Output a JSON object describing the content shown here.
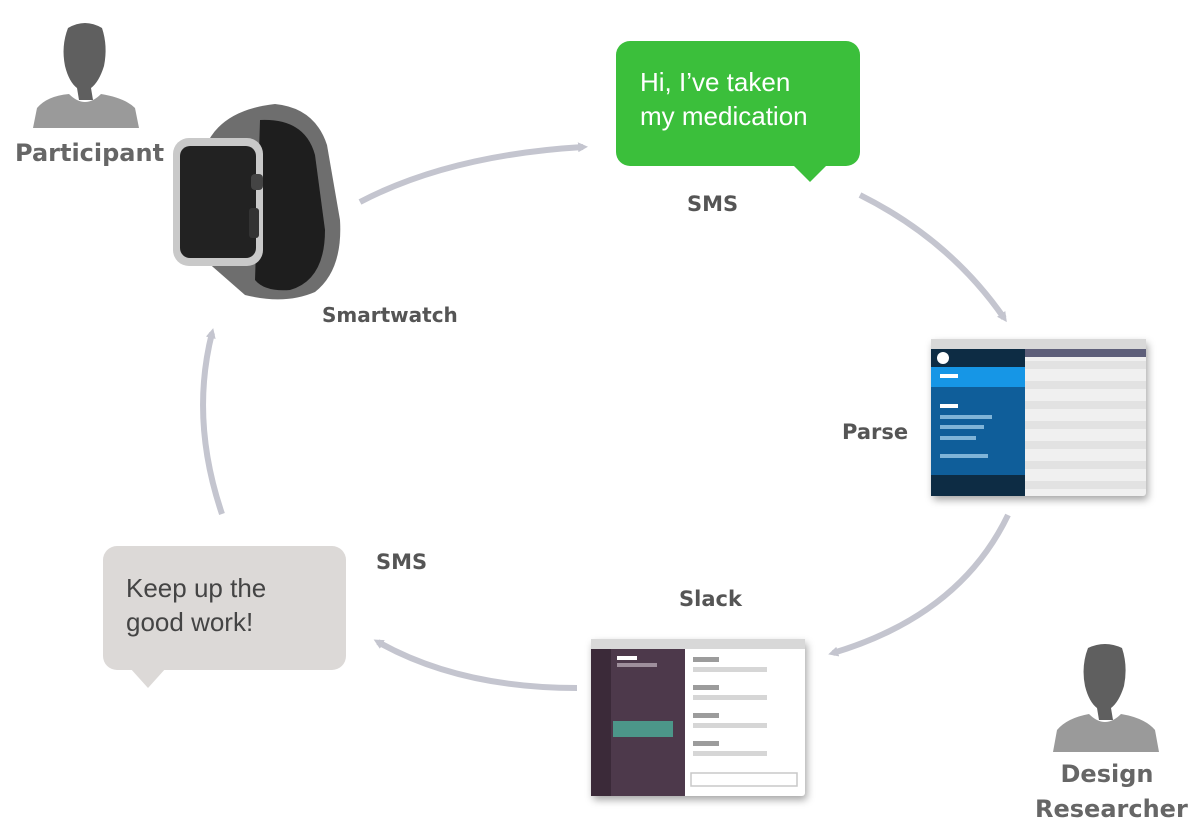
{
  "participant": {
    "label": "Participant",
    "icon": "person-icon"
  },
  "researcher": {
    "label_line1": "Design",
    "label_line2": "Researcher",
    "icon": "person-icon"
  },
  "smartwatch": {
    "label": "Smartwatch",
    "icon": "smartwatch-icon"
  },
  "sms_out": {
    "line1": "Hi, I’ve taken",
    "line2": "my medication",
    "label": "SMS",
    "color": "#3bbf3b"
  },
  "parse": {
    "label": "Parse",
    "icon": "parse-dashboard-icon"
  },
  "slack": {
    "label": "Slack",
    "icon": "slack-window-icon"
  },
  "sms_in": {
    "line1": "Keep up the",
    "line2": "good work!",
    "label": "SMS",
    "color": "#dcd9d7"
  },
  "colors": {
    "arrow": "#c4c5cf",
    "person": "#5f5f5f",
    "person_body": "#9a9a9a"
  }
}
